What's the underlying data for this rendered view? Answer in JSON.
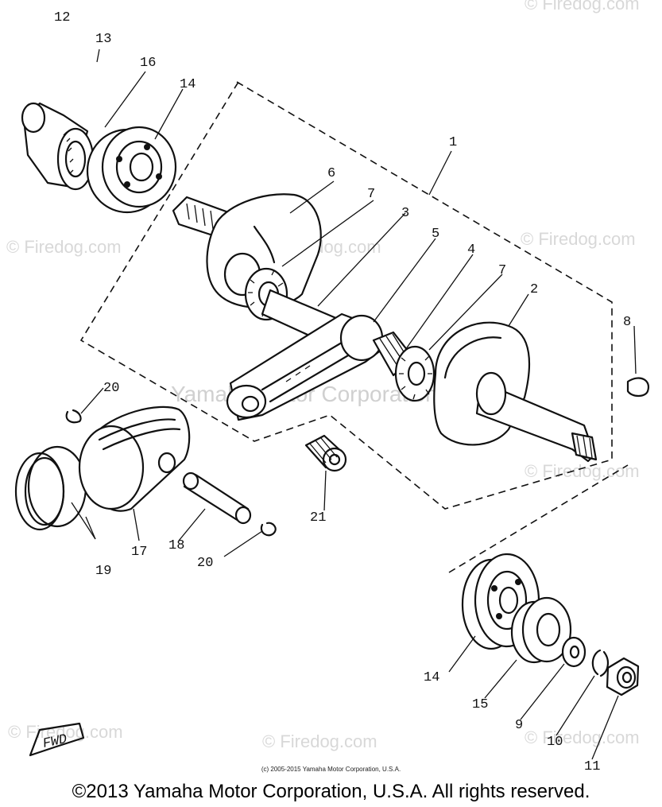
{
  "watermark": "© Firedog.com",
  "center_watermark": "Yamaha Motor Corporation, U.S.A.",
  "callouts": {
    "c1": "1",
    "c2": "2",
    "c3": "3",
    "c4": "4",
    "c5": "5",
    "c6": "6",
    "c7a": "7",
    "c7b": "7",
    "c8": "8",
    "c9": "9",
    "c10": "10",
    "c11": "11",
    "c12": "12",
    "c13": "13",
    "c14a": "14",
    "c14b": "14",
    "c15": "15",
    "c16": "16",
    "c17": "17",
    "c18": "18",
    "c19": "19",
    "c20a": "20",
    "c20b": "20",
    "c21": "21"
  },
  "fwd_label": "FWD",
  "small_credit": "(c) 2005-2015 Yamaha Motor Corporation, U.S.A.",
  "copyright": "©2013 Yamaha Motor Corporation, U.S.A. All rights reserved."
}
